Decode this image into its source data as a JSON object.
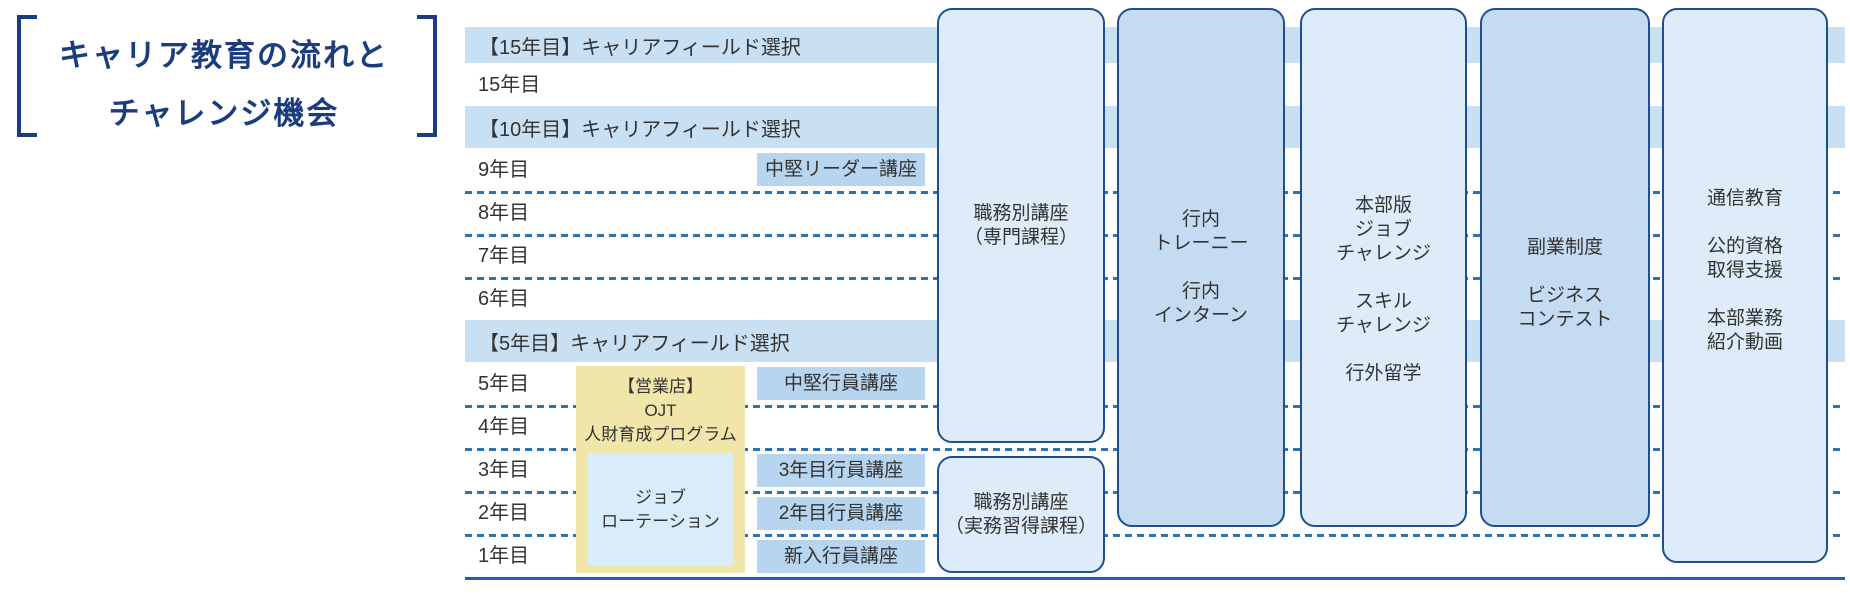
{
  "title": {
    "line1": "キャリア教育の流れと",
    "line2": "チャレンジ機会"
  },
  "timeline": {
    "bands": [
      {
        "label": "【15年目】キャリアフィールド選択"
      },
      {
        "label": "【10年目】キャリアフィールド選択"
      },
      {
        "label": "【5年目】キャリアフィールド選択"
      }
    ],
    "years": [
      {
        "label": "15年目"
      },
      {
        "label": "9年目"
      },
      {
        "label": "8年目"
      },
      {
        "label": "7年目"
      },
      {
        "label": "6年目"
      },
      {
        "label": "5年目"
      },
      {
        "label": "4年目"
      },
      {
        "label": "3年目"
      },
      {
        "label": "2年目"
      },
      {
        "label": "1年目"
      }
    ],
    "courses": [
      {
        "label": "中堅リーダー講座"
      },
      {
        "label": "中堅行員講座"
      },
      {
        "label": "3年目行員講座"
      },
      {
        "label": "2年目行員講座"
      },
      {
        "label": "新入行員講座"
      }
    ]
  },
  "ojt": {
    "heading": "【営業店】\nOJT\n人財育成プログラム",
    "inner": "ジョブ\nローテーション"
  },
  "programs": [
    {
      "text": "職務別講座\n（専門課程）"
    },
    {
      "text": "行内\nトレーニー\n\n行内\nインターン"
    },
    {
      "text": "本部版\nジョブ\nチャレンジ\n\nスキル\nチャレンジ\n\n行外留学"
    },
    {
      "text": "副業制度\n\nビジネス\nコンテスト"
    },
    {
      "text": "通信教育\n\n公的資格\n取得支援\n\n本部業務\n紹介動画"
    },
    {
      "text": "職務別講座\n（実務習得課程）"
    }
  ],
  "colors": {
    "title_navy": "#1b3d7d",
    "band_blue": "#c9dff2",
    "course_label_blue": "#b7d5ee",
    "program_light_blue": "#ddecf8",
    "program_dark_blue": "#c4dbf1",
    "program_border": "#1f4e91",
    "dashed_line": "#2e74b5",
    "baseline": "#2360ab",
    "ojt_yellow": "#f1e6a9",
    "ojt_inner_blue": "#d8ecf9",
    "text": "#333333"
  }
}
